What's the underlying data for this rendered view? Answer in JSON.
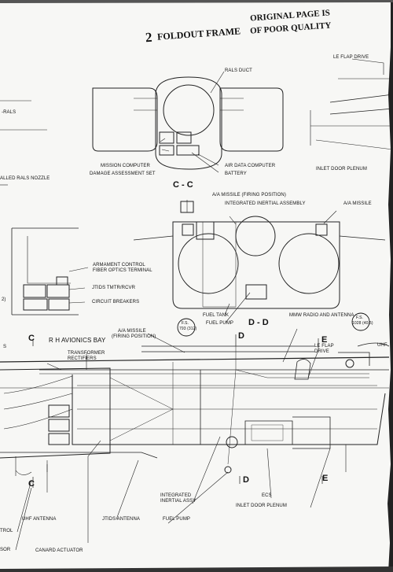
{
  "header": {
    "stamp_number": "2",
    "foldout_frame": "FOLDOUT FRAME",
    "quality_line1": "ORIGINAL PAGE IS",
    "quality_line2": "OF POOR QUALITY"
  },
  "top_view": {
    "rals_left": "-RALS",
    "rals_duct": "RALS DUCT",
    "mission_computer": "MISSION COMPUTER",
    "damage_assessment": "DAMAGE ASSESSMENT SET",
    "air_data_computer": "AIR DATA COMPUTER",
    "battery": "BATTERY",
    "le_flap_drive": "LE FLAP DRIVE",
    "inlet_door_plenum": "INLET DOOR PLENUM",
    "rals_nozzle": "ALLED RALS NOZZLE",
    "section_cc": "C - C"
  },
  "middle_view": {
    "aa_missile_firing": "A/A MISSILE (FIRING POSITION)",
    "integrated_inertial": "INTEGRATED INERTIAL ASSEMBLY",
    "aa_missile": "A/A MISSILE",
    "armament_control": "ARMAMENT CONTROL",
    "fiber_optics": "FIBER OPTICS TERMINAL",
    "jtids_tmtr": "JTIDS TMTR/RCVR",
    "circuit_breakers": "CIRCUIT BREAKERS",
    "fuel_tank": "FUEL TANK",
    "fuel_pump": "FUEL PUMP",
    "section_dd": "D - D",
    "left_fragment": "2)"
  },
  "side_view": {
    "rh_avionics_bay": "R H  AVIONICS BAY",
    "aa_missile_firing": "A/A MISSILE",
    "firing_position": "(FIRING POSITION)",
    "fs_left": "F.S.",
    "fs_left_value": "793 (312)",
    "fs_right": "F.S.",
    "fs_right_value": "1028 (40.5)",
    "mmw_radio": "MMW RADIO AND ANTENNA",
    "le_flap_drive_1": "LE FLAP",
    "le_flap_drive_2": "DRIVE",
    "uhf_right": "UHF",
    "transformer": "TRANSFORMER",
    "rectifiers": "RECTIFIERS",
    "marker_c_top": "C",
    "marker_c_bottom": "C",
    "marker_d_top": "D",
    "marker_d_bottom": "D",
    "marker_e_top": "E",
    "marker_e_bottom": "E",
    "left_s": "S",
    "integrated_inertial": "INTEGRATED",
    "inertial_assy": "INERTIAL ASSY",
    "ecs": "ECS",
    "inlet_door_plenum": "INLET DOOR PLENUM",
    "uhf_antenna": "UHF ANTENNA",
    "jtids_antenna": "JTIDS ANTENNA",
    "fuel_pump": "FUEL PUMP",
    "canard_actuator": "CANARD ACTUATOR",
    "trol": "TROL",
    "sor": "SOR"
  }
}
